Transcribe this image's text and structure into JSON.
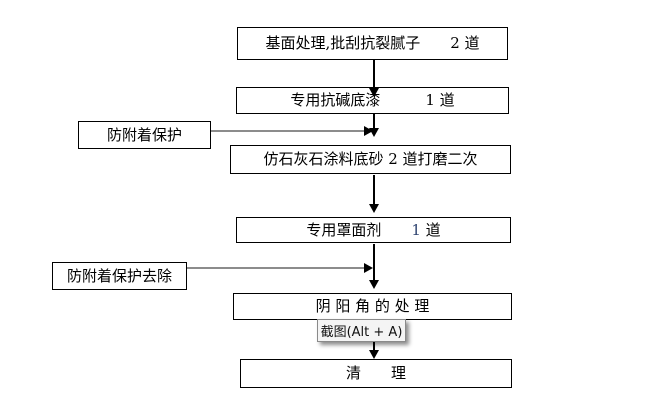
{
  "flowchart": {
    "steps": [
      {
        "label": "基面处理,批刮抗裂腻子　　2 道"
      },
      {
        "label": "专用抗碱底漆　　　1 道"
      },
      {
        "label": "仿石灰石涂料底砂 2 道打磨二次"
      },
      {
        "prefix": "专用罩面剂　　",
        "highlight": "1",
        "suffix": " 道"
      },
      {
        "label": "阴 阳 角 的 处 理"
      },
      {
        "label": "清　　理"
      }
    ],
    "side_labels": [
      {
        "label": "防附着保护"
      },
      {
        "label": "防附着保护去除"
      }
    ],
    "screenshot_tooltip": {
      "label": "截图(Alt + A)"
    },
    "colors": {
      "box_border": "#000000",
      "box_background": "#ffffff",
      "connector": "#000000",
      "side_connector": "#8c8c8c",
      "highlight_number": "#2e4370",
      "tooltip_background": "#f4f4f4",
      "tooltip_border": "#8a8a8a"
    }
  }
}
